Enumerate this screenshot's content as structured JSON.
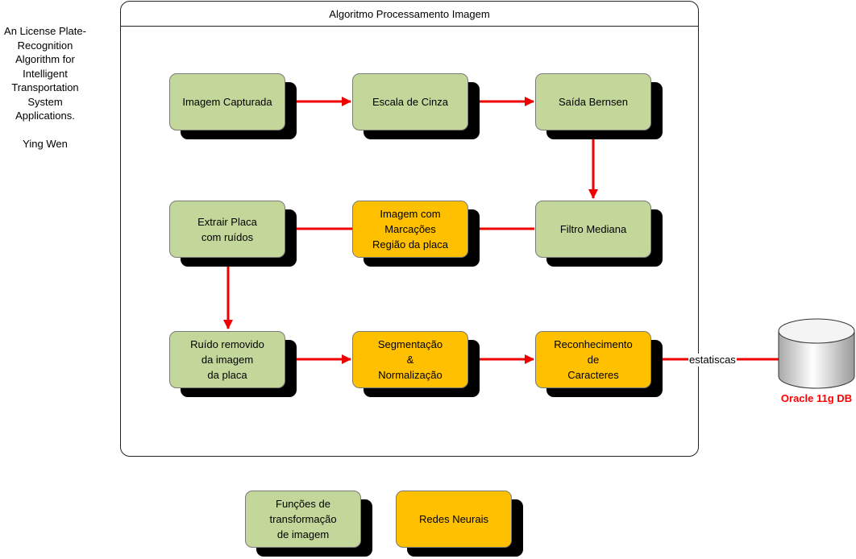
{
  "side_note": {
    "lines": [
      "An License Plate-",
      "Recognition",
      "Algorithm for",
      "Intelligent",
      "Transportation",
      "System",
      "Applications."
    ],
    "author": "Ying Wen"
  },
  "frame": {
    "title": "Algoritmo Processamento Imagem"
  },
  "nodes": {
    "imagem_capturada": "Imagem Capturada",
    "escala_cinza": "Escala de Cinza",
    "saida_bernsen": "Saída Bernsen",
    "filtro_mediana": "Filtro Mediana",
    "imagem_marcacoes": "Imagem com\nMarcações\nRegião da placa",
    "extrair_placa": "Extrair Placa\ncom ruídos",
    "ruido_removido": "Ruído removido\nda imagem\nda placa",
    "segmentacao": "Segmentação\n&\nNormalização",
    "reconhecimento": "Reconhecimento\nde\nCaracteres"
  },
  "legend": {
    "funcoes": "Funções de\ntransformação\nde imagem",
    "redes": "Redes Neurais"
  },
  "database": {
    "label": "Oracle 11g DB"
  },
  "edge_label": "estatiscas",
  "colors": {
    "green": "#c4d79b",
    "orange": "#ffc000",
    "arrow": "#ee0000",
    "db_label": "#ff0000"
  }
}
